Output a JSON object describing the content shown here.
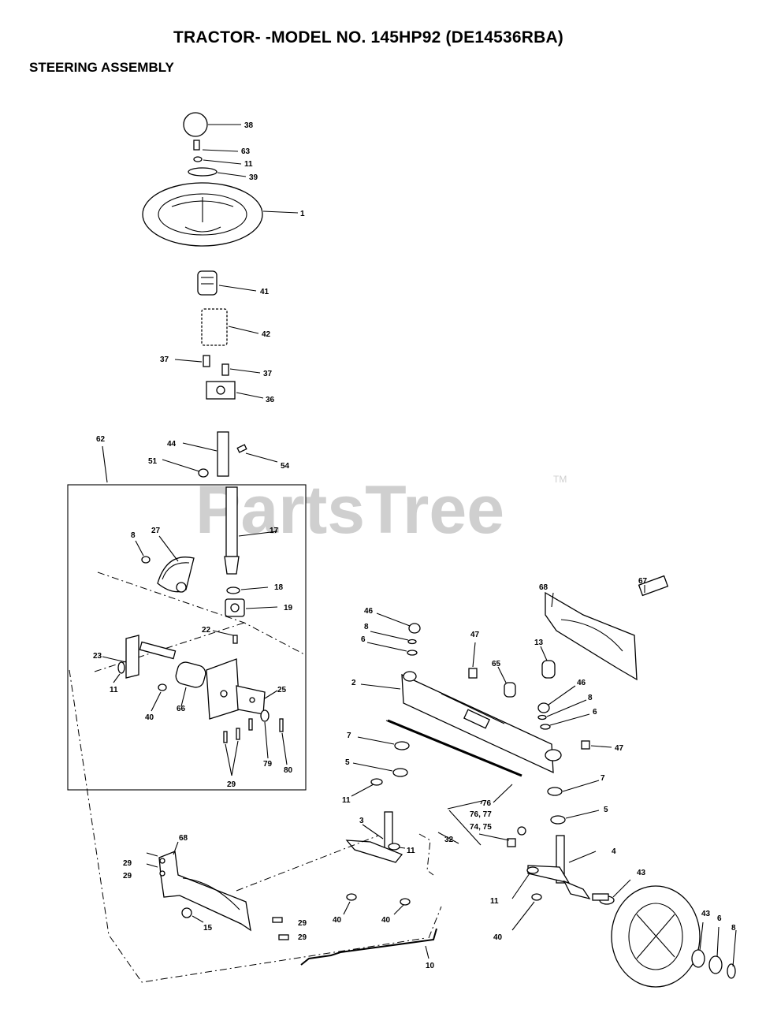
{
  "title": "TRACTOR- -MODEL NO. 145HP92 (DE14536RBA)",
  "subtitle": "STEERING ASSEMBLY",
  "watermark": {
    "text": "PartsTree",
    "trademark": "TM"
  },
  "callouts": {
    "c38": "38",
    "c63": "63",
    "c11a": "11",
    "c39": "39",
    "c1": "1",
    "c41": "41",
    "c42": "42",
    "c37a": "37",
    "c37b": "37",
    "c36": "36",
    "c62": "62",
    "c44": "44",
    "c51": "51",
    "c54": "54",
    "c17": "17",
    "c8a": "8",
    "c27": "27",
    "c18": "18",
    "c19": "19",
    "c22": "22",
    "c23": "23",
    "c11b": "11",
    "c40a": "40",
    "c66": "66",
    "c25": "25",
    "c79": "79",
    "c80": "80",
    "c29a": "29",
    "c46a": "46",
    "c8b": "8",
    "c6a": "6",
    "c47a": "47",
    "c68a": "68",
    "c67": "67",
    "c13": "13",
    "c65": "65",
    "c2": "2",
    "c46b": "46",
    "c8c": "8",
    "c6b": "6",
    "c47b": "47",
    "c7a": "7",
    "c5a": "5",
    "c11c": "11",
    "c76": "76",
    "c7b": "7",
    "c7677": "76, 77",
    "c7475": "74, 75",
    "c32": "32",
    "c5b": "5",
    "c3": "3",
    "c11d": "11",
    "c4": "4",
    "c68b": "68",
    "c29b": "29",
    "c29c": "29",
    "c43a": "43",
    "c40b": "40",
    "c40c": "40",
    "c11e": "11",
    "c43b": "43",
    "c6c": "6",
    "c8d": "8",
    "c15": "15",
    "c29d": "29",
    "c29e": "29",
    "c40d": "40",
    "c10": "10"
  }
}
